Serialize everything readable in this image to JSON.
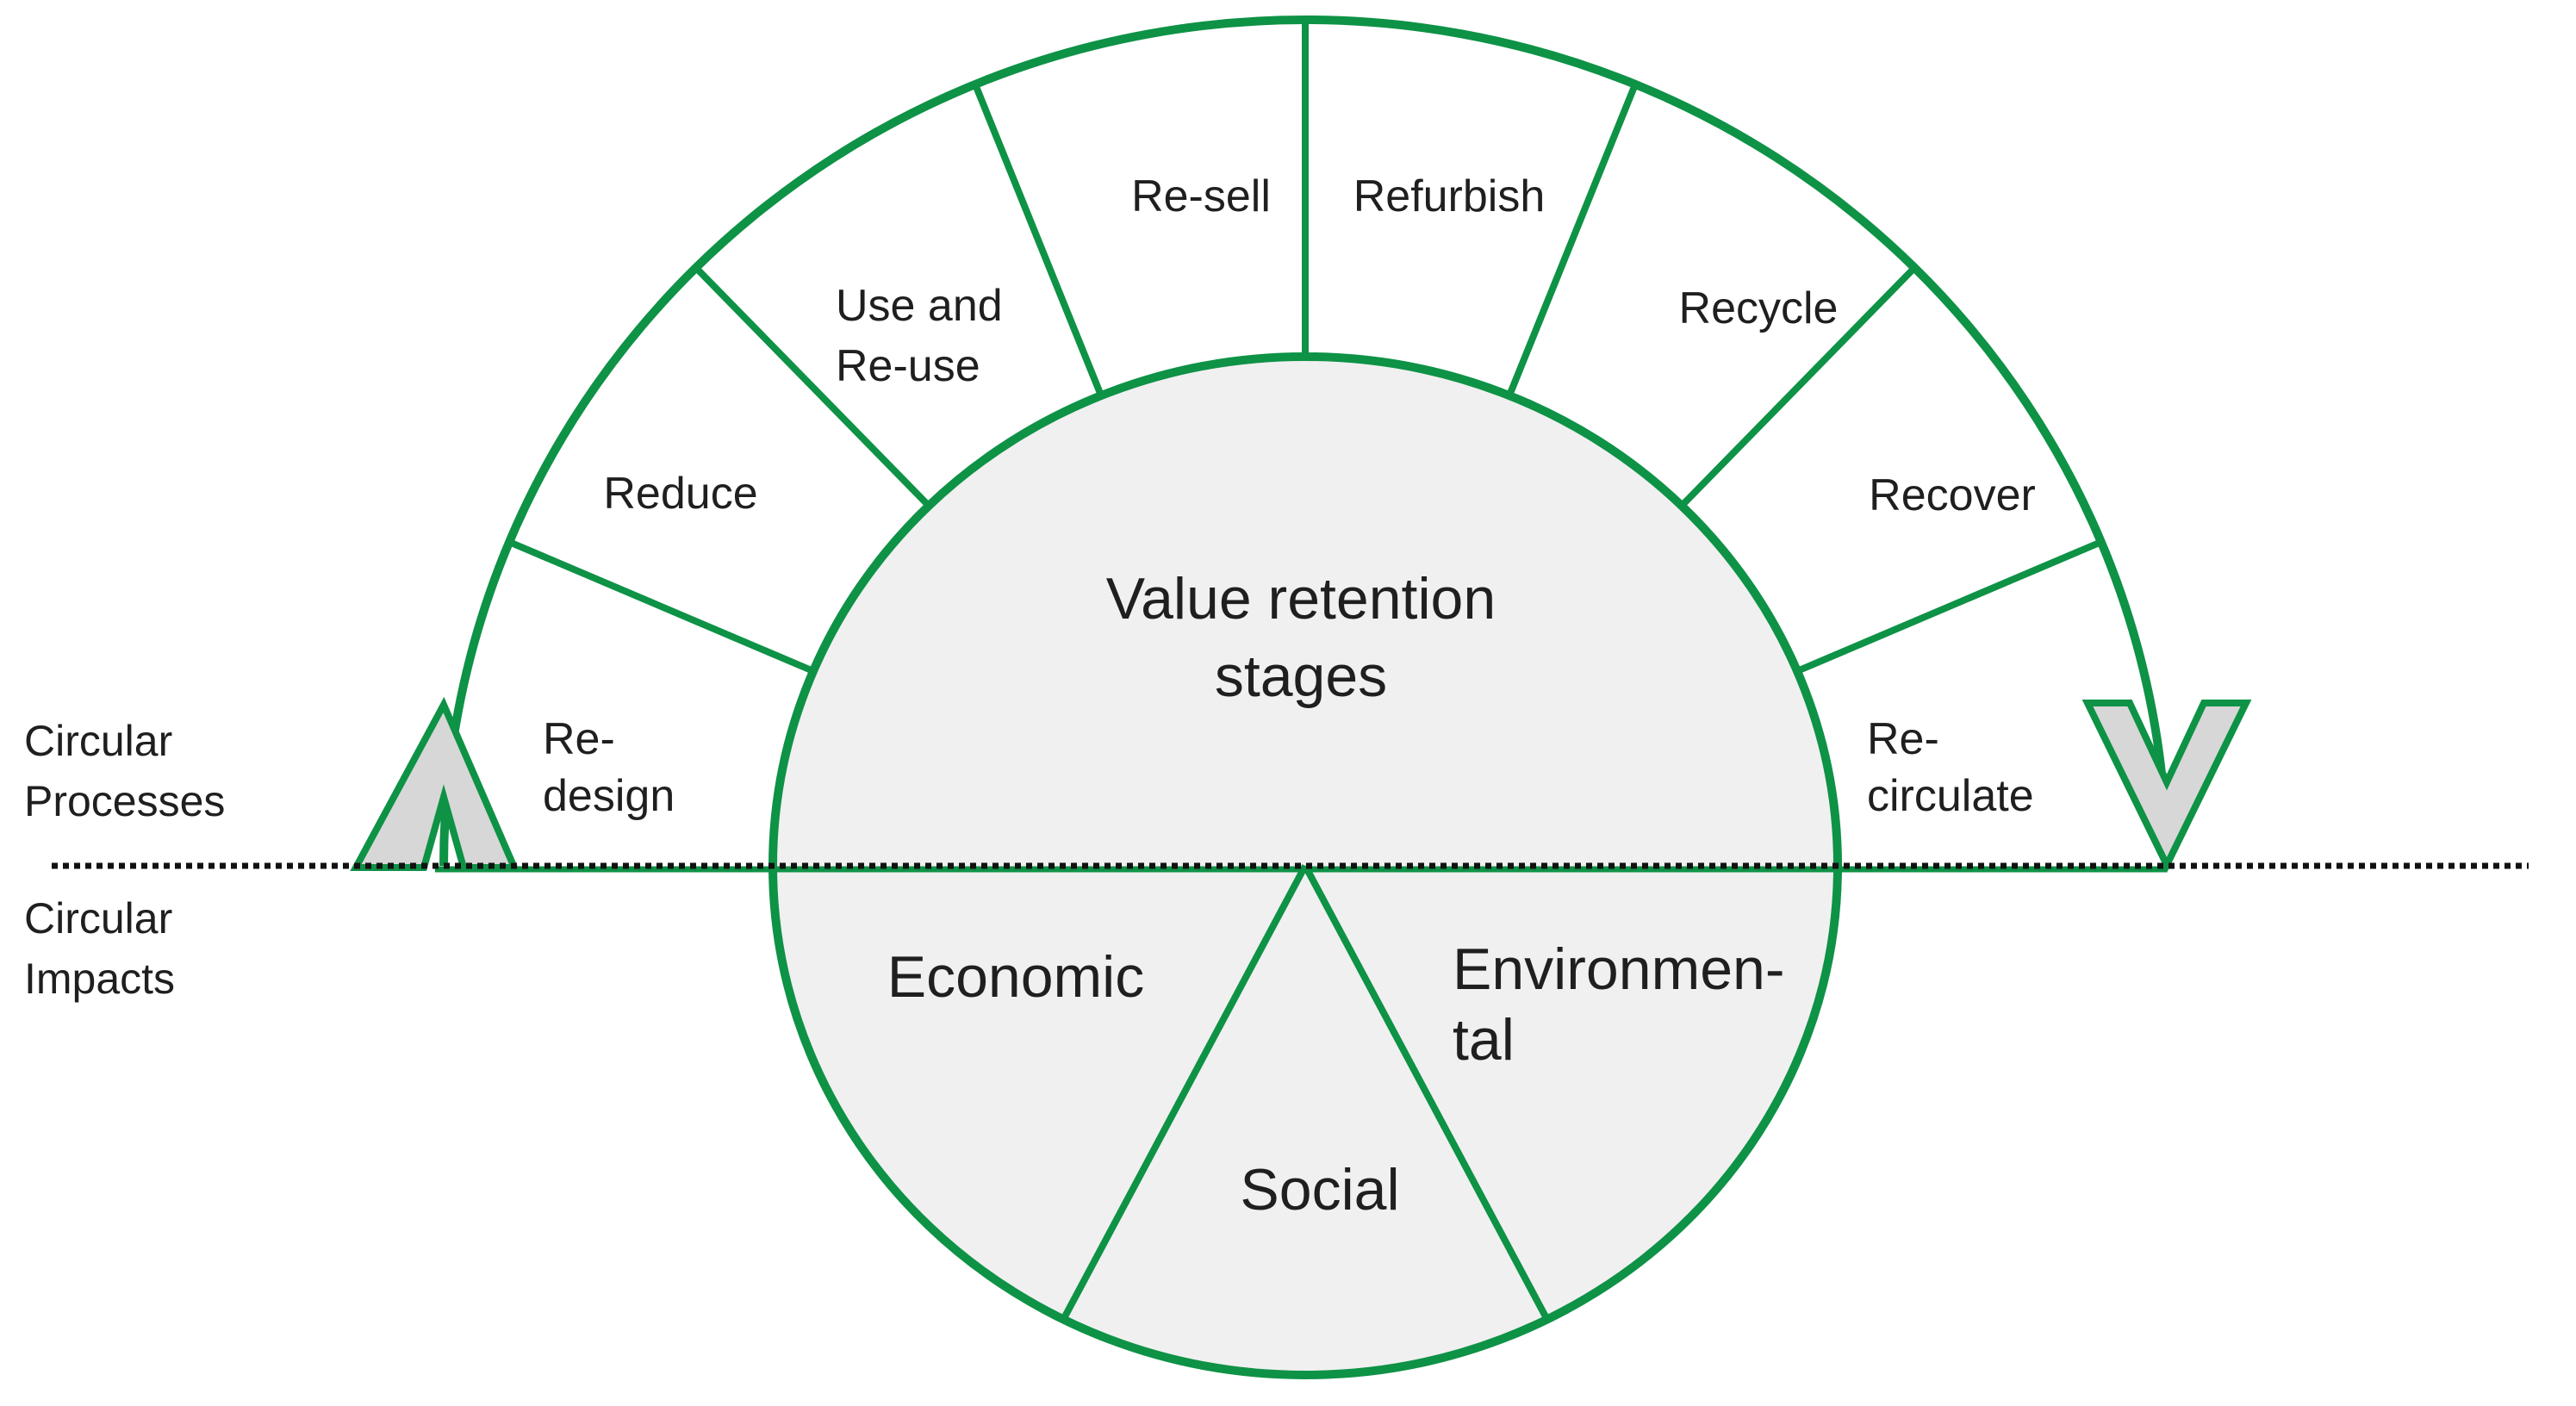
{
  "title": "Circular processes and circular impacts diagram",
  "colors": {
    "green": "#0e9246",
    "circle_fill": "#f0f0f0",
    "chevron_fill": "#d7d7d7",
    "text": "#1f1f1f",
    "dots": "#111111"
  },
  "center": {
    "line1": "Value retention",
    "line2": "stages"
  },
  "stages": {
    "redesign": {
      "line1": "Re-",
      "line2": "design"
    },
    "reduce": {
      "label": "Reduce"
    },
    "use_reuse": {
      "line1": "Use and",
      "line2": "Re-use"
    },
    "resell": {
      "label": "Re-sell"
    },
    "refurbish": {
      "label": "Refurbish"
    },
    "recycle": {
      "label": "Recycle"
    },
    "recover": {
      "label": "Recover"
    },
    "recirculate": {
      "line1": "Re-",
      "line2": "circulate"
    }
  },
  "side_labels": {
    "processes": {
      "line1": "Circular",
      "line2": "Processes"
    },
    "impacts": {
      "line1": "Circular",
      "line2": "Impacts"
    }
  },
  "impact_segments": {
    "economic": "Economic",
    "social": "Social",
    "environmental_line1": "Environmen-",
    "environmental_line2": "tal"
  }
}
